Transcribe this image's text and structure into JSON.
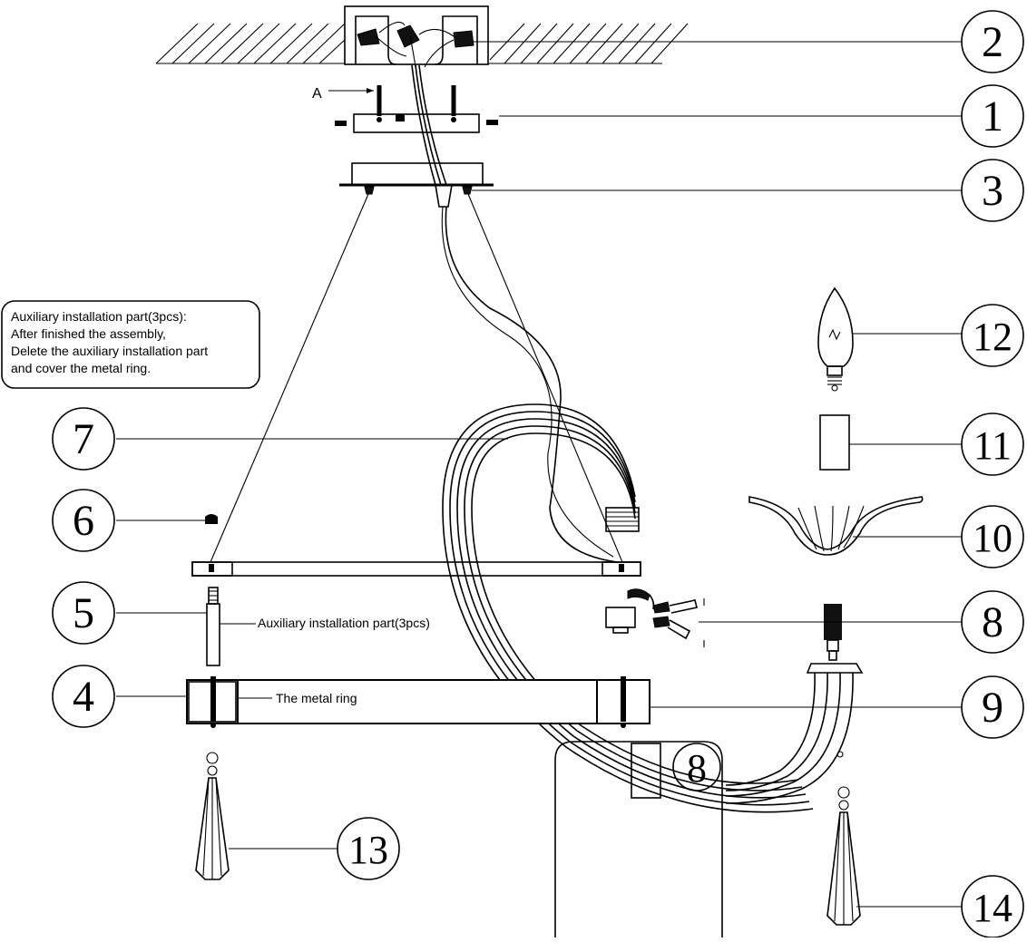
{
  "callouts": {
    "c1": "1",
    "c2": "2",
    "c3": "3",
    "c4": "4",
    "c5": "5",
    "c6": "6",
    "c7": "7",
    "c8": "8",
    "c9": "9",
    "c10": "10",
    "c11": "11",
    "c12": "12",
    "c13": "13",
    "c14": "14",
    "c8_inset": "8"
  },
  "labels": {
    "label_a": "A",
    "aux_part": "Auxiliary installation part(3pcs)",
    "metal_ring": "The metal ring"
  },
  "note": {
    "line1": "Auxiliary installation part(3pcs):",
    "line2": "After finished the assembly,",
    "line3": "Delete the auxiliary installation part",
    "line4": "and cover the metal ring."
  }
}
